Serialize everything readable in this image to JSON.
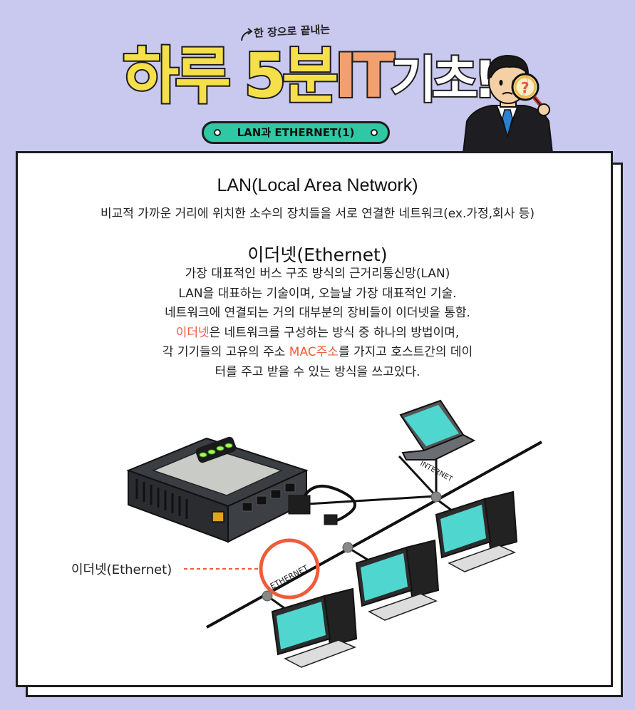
{
  "header": {
    "subtitle": "한 장으로 끝내는",
    "title_part1": "하루 5분",
    "title_part2": "IT",
    "title_part3": "기초!",
    "topic_pill": "LAN과 ETHERNET(1)"
  },
  "lan_section": {
    "heading": "LAN(Local Area Network)",
    "description": "비교적 가까운 거리에 위치한 소수의 장치들을 서로 연결한 네트워크(ex.가정,회사 등)"
  },
  "ethernet_section": {
    "heading": "이더넷(Ethernet)",
    "line1": "가장 대표적인 버스 구조 방식의 근거리통신망(LAN)",
    "line2": "LAN을 대표하는 기술이며, 오늘날 가장 대표적인 기술.",
    "line3": "네트워크에 연결되는 거의 대부분의 장비들이 이더넷을 통함.",
    "line4_highlight": "이더넷",
    "line4_rest": "은 네트워크를 구성하는 방식 중 하나의 방법이며,",
    "line5_pre": "각 기기들의 고유의 주소 ",
    "line5_highlight": "MAC주소",
    "line5_post": "를 가지고 호스트간의 데이",
    "line6": "터를 주고 받을 수 있는 방식을 쓰고있다."
  },
  "diagram": {
    "internet_label": "INTERNET",
    "ethernet_label": "ETHERNET",
    "callout": "이더넷(Ethernet)"
  },
  "colors": {
    "background": "#c9c8ee",
    "highlight": "#ee5c3a",
    "title_yellow": "#f5e04a",
    "title_orange": "#f2a06f",
    "pill_green": "#2fc7a4",
    "screen_cyan": "#4fd6cf"
  }
}
